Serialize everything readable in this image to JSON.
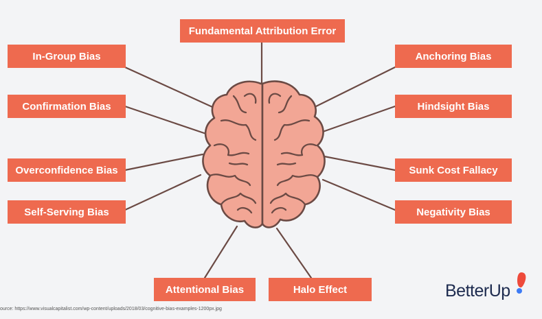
{
  "diagram": {
    "center": "brain",
    "biases": {
      "top": "Fundamental Attribution Error",
      "left": [
        "In-Group Bias",
        "Confirmation Bias",
        "Overconfidence Bias",
        "Self-Serving Bias"
      ],
      "right": [
        "Anchoring Bias",
        "Hindsight Bias",
        "Sunk Cost Fallacy",
        "Negativity Bias"
      ],
      "bottom": [
        "Attentional Bias",
        "Halo Effect"
      ]
    }
  },
  "colors": {
    "box": "#ee6a4f",
    "brain_fill": "#f2a695",
    "brain_stroke": "#6b4a44",
    "line": "#6b4a44",
    "logo_text": "#1d2b4f",
    "logo_accent_red": "#ee4a3b",
    "logo_accent_blue": "#3d7bf5"
  },
  "source": "ource: https://www.visualcapitalist.com/wp-content/uploads/2018/03/cognitive-bias-examples-1200px.jpg",
  "logo": {
    "text": "BetterUp",
    "icon": "betterup-mark-icon"
  }
}
